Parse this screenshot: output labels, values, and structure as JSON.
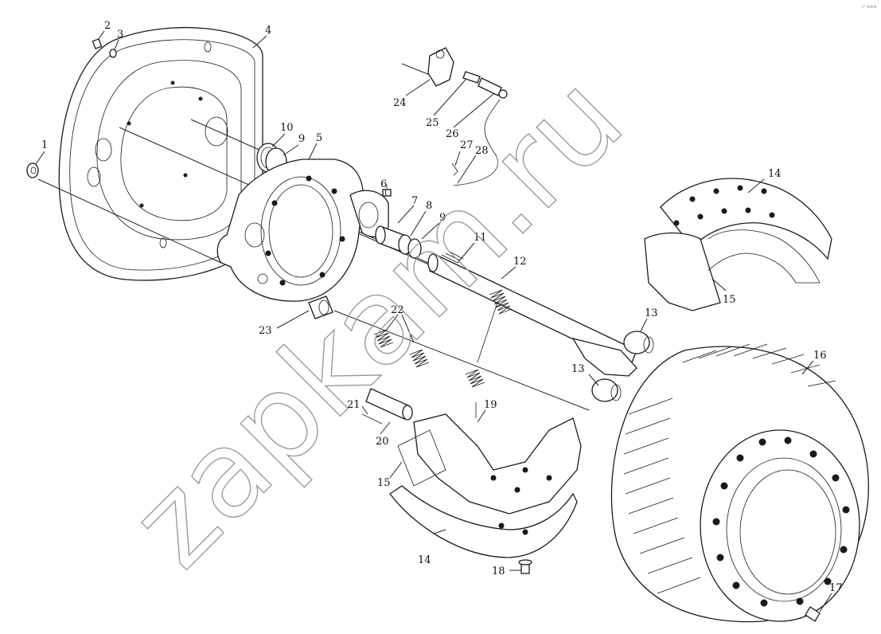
{
  "diagram": {
    "watermark": "zapkam.ru",
    "corner_mark": "«\" ≡≡≡",
    "callouts": [
      {
        "id": "c1",
        "label": "1"
      },
      {
        "id": "c2",
        "label": "2"
      },
      {
        "id": "c3",
        "label": "3"
      },
      {
        "id": "c4",
        "label": "4"
      },
      {
        "id": "c5",
        "label": "5"
      },
      {
        "id": "c6",
        "label": "6"
      },
      {
        "id": "c7",
        "label": "7"
      },
      {
        "id": "c8",
        "label": "8"
      },
      {
        "id": "c9a",
        "label": "9"
      },
      {
        "id": "c9b",
        "label": "9"
      },
      {
        "id": "c10",
        "label": "10"
      },
      {
        "id": "c11",
        "label": "11"
      },
      {
        "id": "c12",
        "label": "12"
      },
      {
        "id": "c13a",
        "label": "13"
      },
      {
        "id": "c13b",
        "label": "13"
      },
      {
        "id": "c14a",
        "label": "14"
      },
      {
        "id": "c14b",
        "label": "14"
      },
      {
        "id": "c15a",
        "label": "15"
      },
      {
        "id": "c15b",
        "label": "15"
      },
      {
        "id": "c16",
        "label": "16"
      },
      {
        "id": "c17",
        "label": "17"
      },
      {
        "id": "c18",
        "label": "18"
      },
      {
        "id": "c19",
        "label": "19"
      },
      {
        "id": "c20",
        "label": "20"
      },
      {
        "id": "c21",
        "label": "21"
      },
      {
        "id": "c22",
        "label": "22"
      },
      {
        "id": "c23",
        "label": "23"
      },
      {
        "id": "c24",
        "label": "24"
      },
      {
        "id": "c25",
        "label": "25"
      },
      {
        "id": "c26",
        "label": "26"
      },
      {
        "id": "c27",
        "label": "27"
      },
      {
        "id": "c28",
        "label": "28"
      }
    ]
  }
}
